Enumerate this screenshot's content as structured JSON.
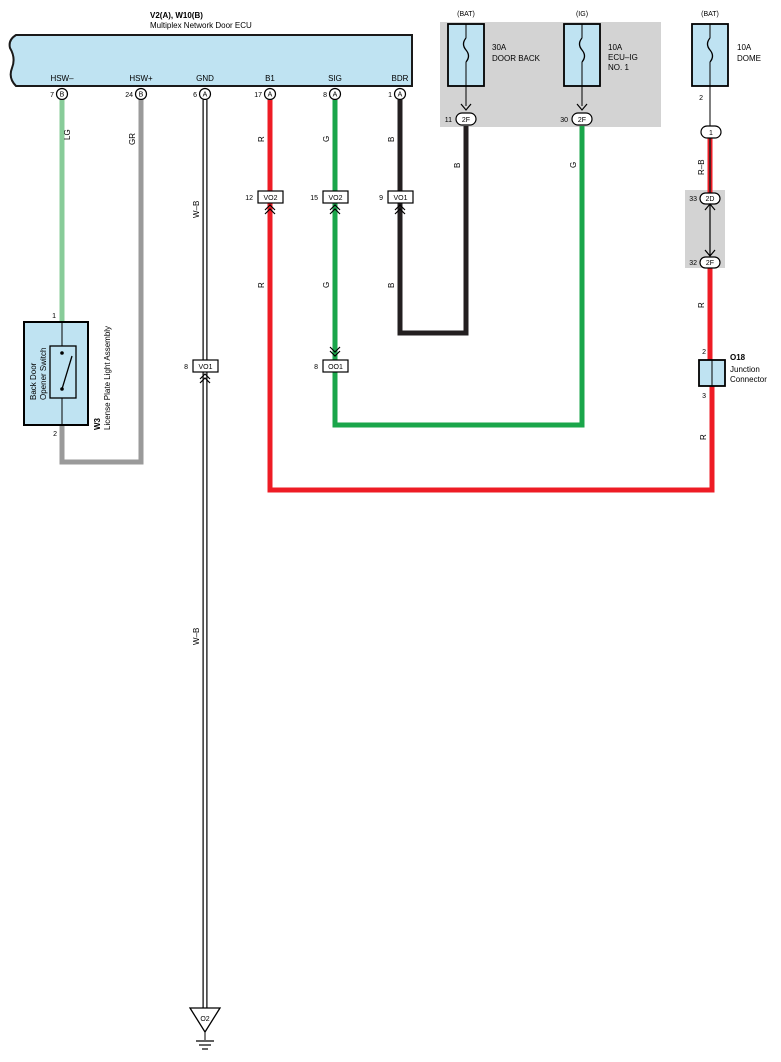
{
  "ecu": {
    "id": "V2(A), W10(B)",
    "name": "Multiplex Network Door ECU",
    "pins": [
      {
        "name": "HSW–",
        "num": "7",
        "conn": "B"
      },
      {
        "name": "HSW+",
        "num": "24",
        "conn": "B"
      },
      {
        "name": "GND",
        "num": "6",
        "conn": "A"
      },
      {
        "name": "B1",
        "num": "17",
        "conn": "A"
      },
      {
        "name": "SIG",
        "num": "8",
        "conn": "A"
      },
      {
        "name": "BDR",
        "num": "1",
        "conn": "A"
      }
    ]
  },
  "fuses": [
    {
      "source": "(BAT)",
      "rating": "30A",
      "name1": "DOOR BACK",
      "name2": "",
      "out_pin": "11",
      "out_conn": "2F"
    },
    {
      "source": "(IG)",
      "rating": "10A",
      "name1": "ECU–IG",
      "name2": "NO. 1",
      "out_pin": "30",
      "out_conn": "2F"
    },
    {
      "source": "(BAT)",
      "rating": "10A",
      "name1": "DOME",
      "name2": "",
      "out_pin": "2",
      "out_conn": ""
    }
  ],
  "wire_colors": {
    "LG": "#88cc99",
    "GR": "#9a9a9a",
    "W-B": "#ffffff",
    "R": "#ee1c25",
    "G": "#1aa64a",
    "B": "#231f20"
  },
  "wire_labels": {
    "hsw_minus": "LG",
    "hsw_plus": "GR",
    "gnd_upper": "W–B",
    "gnd_lower": "W–B",
    "b1_upper": "R",
    "b1_lower": "R",
    "sig_upper": "G",
    "sig_lower": "G",
    "bdr_upper": "B",
    "bdr_lower": "B",
    "fuse1_out": "B",
    "fuse2_out": "G",
    "dome_out": "R–B",
    "dome_mid": "R",
    "dome_low": "R"
  },
  "connectors": {
    "c12": {
      "pin": "12",
      "label": "VO2"
    },
    "c15": {
      "pin": "15",
      "label": "VO2"
    },
    "c9": {
      "pin": "9",
      "label": "VO1"
    },
    "c8gnd": {
      "pin": "8",
      "label": "VO1"
    },
    "c8sig": {
      "pin": "8",
      "label": "OO1"
    }
  },
  "junction_block": {
    "in_num": "1",
    "top_pin": "33",
    "top_conn": "2D",
    "bot_pin": "32",
    "bot_conn": "2F"
  },
  "junction_connector": {
    "id": "O18",
    "line1": "Junction",
    "line2": "Connector",
    "pin_in": "2",
    "pin_out": "3"
  },
  "switch": {
    "id": "W3",
    "name": "License Plate Light Assembly",
    "inner1": "Back Door",
    "inner2": "Opener Switch",
    "pin_top": "1",
    "pin_bottom": "2"
  },
  "ground": {
    "label": "O2"
  }
}
